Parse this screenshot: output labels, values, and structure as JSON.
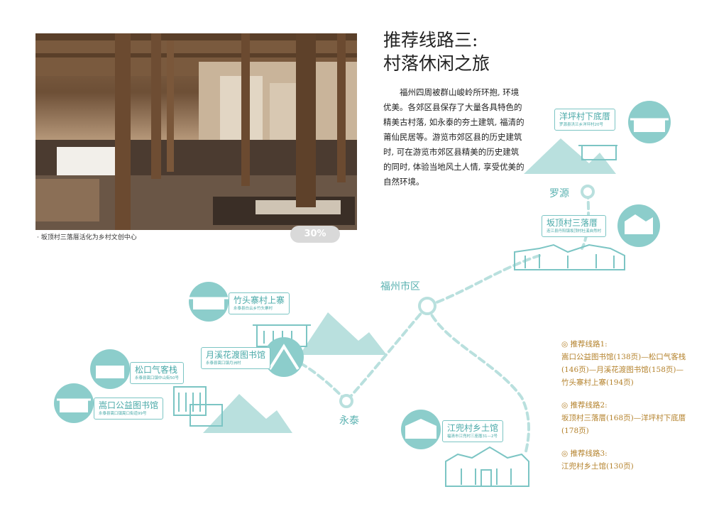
{
  "photo": {
    "caption": "· 坂顶村三落厝活化为乡村文创中心",
    "pill": "30%"
  },
  "heading": {
    "line1": "推荐线路三:",
    "line2": "村落休闲之旅"
  },
  "intro": "福州四周被群山峻岭所环抱, 环境优美。各郊区县保存了大量各具特色的精美古村落, 如永泰的夯土建筑, 福清的莆仙民居等。游览市郊区县的历史建筑时, 可在游览市郊区县精美的历史建筑的同时, 体验当地风土人情, 享受优美的自然环境。",
  "places": {
    "luoyuan": "罗源",
    "fuzhou": "福州市区",
    "yongtai": "永泰"
  },
  "pois": {
    "yangping": {
      "name": "洋坪村下底厝",
      "addr": "罗源县洪兰乡洋坪村20号"
    },
    "banding": {
      "name": "坂顶村三落厝",
      "addr": "连江县丹阳镇坂顶村杜溪自然村"
    },
    "zhutou": {
      "name": "竹头寨村上寨",
      "addr": "永泰县白云乡竹头寨村"
    },
    "yuexi": {
      "name": "月溪花渡图书馆",
      "addr": "永泰县嵩口镇月洲村"
    },
    "songkou": {
      "name": "松口气客栈",
      "addr": "永泰县嵩口镇中山街50号"
    },
    "songkoulib": {
      "name": "嵩口公益图书馆",
      "addr": "永泰县嵩口镇嵩口街道99号"
    },
    "jiangdou": {
      "name": "江兜村乡土馆",
      "addr": "福清市江兜村三座厝31—2号"
    }
  },
  "routes": [
    {
      "head": "◎ 推荐线路1:",
      "body": "嵩口公益图书馆(138页)—松口气客栈(146页)—月溪花渡图书馆(158页)—竹头寨村上寨(194页)"
    },
    {
      "head": "◎ 推荐线路2:",
      "body": "坂顶村三落厝(168页)—洋坪村下底厝(178页)"
    },
    {
      "head": "◎ 推荐线路3:",
      "body": "江兜村乡土馆(130页)"
    }
  ],
  "colors": {
    "teal": "#7cc5c4",
    "tealDark": "#49a9a8",
    "mountain": "#b9e0de",
    "routeText": "#b4822c"
  }
}
